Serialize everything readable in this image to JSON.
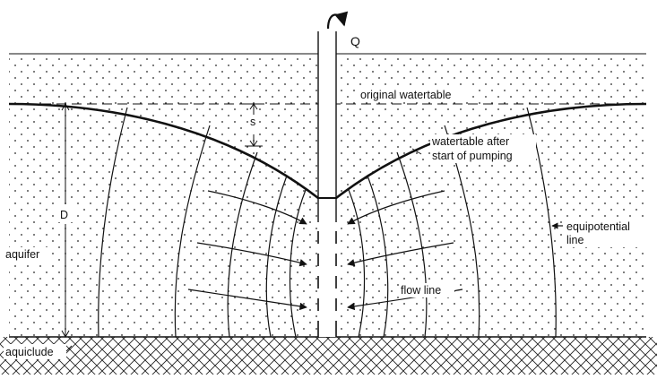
{
  "labels": {
    "q": "Q",
    "original_watertable": "original watertable",
    "s": "s",
    "watertable_after_line1": "watertable after",
    "watertable_after_line2": "start of pumping",
    "d": "D",
    "equipotential_line1": "equipotential",
    "equipotential_line2": "line",
    "aquifer": "aquifer",
    "flow_line": "flow line",
    "aquiclude": "aquiclude"
  },
  "colors": {
    "ink": "#111111",
    "background": "#ffffff"
  }
}
